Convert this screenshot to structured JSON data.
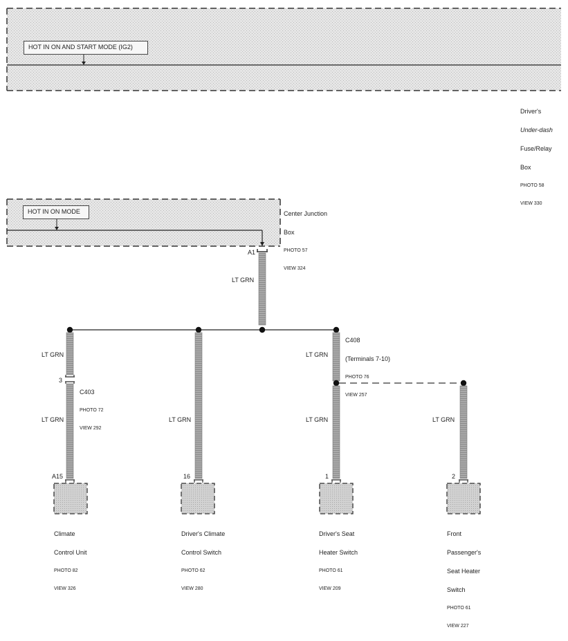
{
  "fuse_box_top": {
    "mode_label": "HOT IN ON AND START MODE (IG2)",
    "name_line1": "Driver's",
    "name_line2": "Under-dash",
    "name_line3": "Fuse/Relay",
    "name_line4": "Box",
    "photo": "PHOTO 58",
    "view": "VIEW 330"
  },
  "junction_box": {
    "mode_label": "HOT IN ON MODE",
    "name_line1": "Center Junction",
    "name_line2": "Box",
    "photo": "PHOTO 57",
    "view": "VIEW 324",
    "terminal": "A1"
  },
  "main_wire_color": "LT GRN",
  "connector_c408": {
    "name": "C408",
    "detail": "(Terminals 7-10)",
    "photo": "PHOTO 76",
    "view": "VIEW 257"
  },
  "connector_c403": {
    "pin": "3",
    "name": "C403",
    "photo": "PHOTO 72",
    "view": "VIEW 292"
  },
  "branches": [
    {
      "wire_upper": "LT GRN",
      "wire_lower": "LT GRN",
      "pin": "A15",
      "name_line1": "Climate",
      "name_line2": "Control Unit",
      "name_line3": "",
      "name_line4": "",
      "photo": "PHOTO 82",
      "view": "VIEW 326"
    },
    {
      "wire_lower": "LT GRN",
      "pin": "16",
      "name_line1": "Driver's Climate",
      "name_line2": "Control Switch",
      "name_line3": "",
      "name_line4": "",
      "photo": "PHOTO 62",
      "view": "VIEW 280"
    },
    {
      "wire_upper": "LT GRN",
      "wire_lower": "LT GRN",
      "pin": "1",
      "name_line1": "Driver's Seat",
      "name_line2": "Heater Switch",
      "name_line3": "",
      "name_line4": "",
      "photo": "PHOTO 61",
      "view": "VIEW 209"
    },
    {
      "wire_lower": "LT GRN",
      "pin": "2",
      "name_line1": "Front",
      "name_line2": "Passenger's",
      "name_line3": "Seat Heater",
      "name_line4": "Switch",
      "photo": "PHOTO 61",
      "view": "VIEW 227"
    }
  ]
}
